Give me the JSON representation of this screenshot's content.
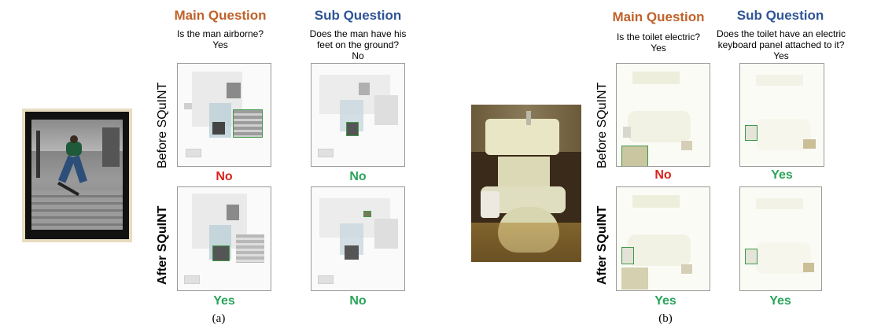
{
  "left": {
    "main_header": "Main Question",
    "sub_header": "Sub Question",
    "main_question": "Is the man airborne?",
    "main_answer": "Yes",
    "sub_question_line1": "Does the man have his",
    "sub_question_line2": "feet on the ground?",
    "sub_answer": "No",
    "row_before": "Before SQuINT",
    "row_after": "After SQuINT",
    "before_main_pred": "No",
    "before_sub_pred": "No",
    "after_main_pred": "Yes",
    "after_sub_pred": "No",
    "caption": "(a)"
  },
  "right": {
    "main_header": "Main Question",
    "sub_header": "Sub Question",
    "main_question": "Is the toilet electric?",
    "main_answer": "Yes",
    "sub_question_line1": "Does the toilet have an electric",
    "sub_question_line2": "keyboard panel attached to it?",
    "sub_answer": "Yes",
    "row_before": "Before SQuINT",
    "row_after": "After SQuINT",
    "before_main_pred": "No",
    "before_sub_pred": "Yes",
    "after_main_pred": "Yes",
    "after_sub_pred": "Yes",
    "caption": "(b)"
  },
  "colors": {
    "main_header": "#c0622a",
    "sub_header": "#2f5496",
    "correct": "#2aa55a",
    "wrong": "#d9241c",
    "box": "#3f9a48"
  }
}
